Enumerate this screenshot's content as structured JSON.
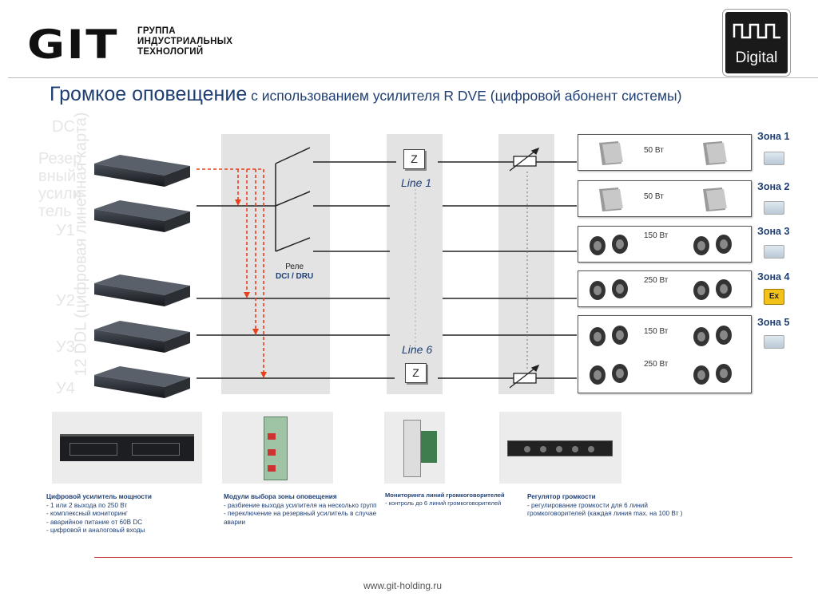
{
  "header": {
    "logo_main": "GIT",
    "logo_sub": [
      "ГРУППА",
      "ИНДУСТРИАЛЬНЫХ",
      "ТЕХНОЛОГИЙ"
    ],
    "badge_text": "Digital",
    "title_main": "Громкое оповещение",
    "title_sub": " с использованием усилителя R DVE (цифровой абонент системы)"
  },
  "watermark": {
    "rotated_text": "12 DDL (цифровая линейная карта)",
    "labels": [
      "DC",
      "Резер",
      "вный",
      "усили",
      "тель",
      "У1",
      "У2",
      "У3",
      "У4"
    ]
  },
  "relay": {
    "line1": "Реле",
    "line2": "DCI / DRU"
  },
  "lines": {
    "first": "Line 1",
    "last": "Line 6",
    "z": "Z"
  },
  "zones": [
    {
      "label": "Зона 1",
      "watt": "50 Вт"
    },
    {
      "label": "Зона 2",
      "watt": "50 Вт"
    },
    {
      "label": "Зона 3",
      "watt": "150 Вт"
    },
    {
      "label": "Зона 4",
      "watt": "250 Вт",
      "icon": "Ex"
    },
    {
      "label": "Зона 5",
      "watt": "150 Вт",
      "watt2": "250 Вт"
    }
  ],
  "captions": {
    "amp": {
      "title": "Цифровой усилитель мощности",
      "items": [
        "- 1 или 2 выхода по 250 Вт",
        "- комплексный мониторинг",
        "- аварийное питание от 60В DC",
        "- цифровой и аналоговый входы"
      ]
    },
    "module": {
      "title": "Модули выбора зоны оповещения",
      "items": [
        "- разбиение выхода усилителя на несколько групп",
        "- переключение на резервный усилитель в случае аварии"
      ]
    },
    "monitor": {
      "title": "Мониторинга линий громкоговорителей",
      "items": [
        "- контроль до 6 линий громкоговорителей"
      ]
    },
    "regulator": {
      "title": "Регулятор громкости",
      "items": [
        "- регулирование громкости для 6 линий громкоговорителей (каждая линия max. на 100 Вт )"
      ]
    }
  },
  "footer": {
    "url": "www.git-holding.ru"
  },
  "colors": {
    "title": "#1f3f73",
    "arrow": "#e8401c",
    "footer_rule": "#c0282b"
  }
}
